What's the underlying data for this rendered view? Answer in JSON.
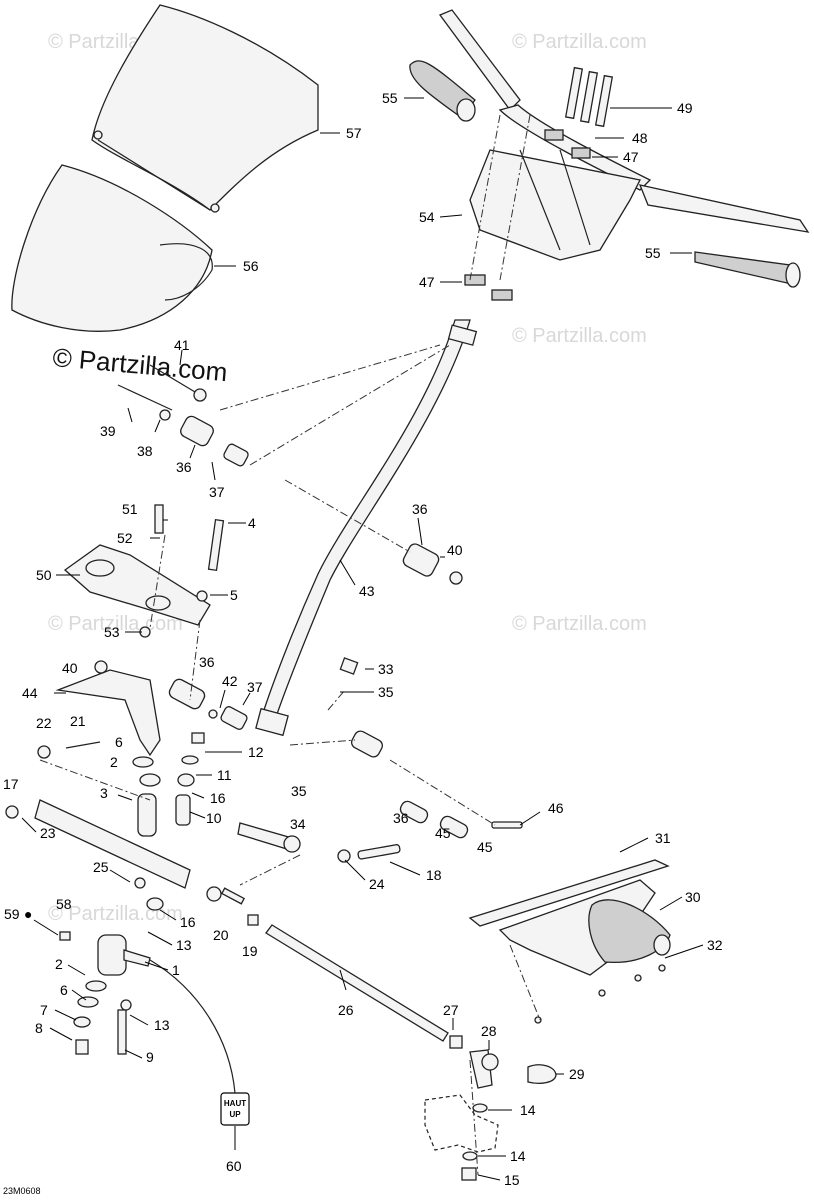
{
  "watermarks": {
    "light": "© Partzilla.com",
    "bold": "© Partzilla.com"
  },
  "diagram_ref": "23M0608",
  "tag_text": {
    "line1": "HAUT",
    "line2": "UP"
  },
  "callouts": {
    "c1": "1",
    "c2a": "2",
    "c2b": "2",
    "c3": "3",
    "c4": "4",
    "c5": "5",
    "c6a": "6",
    "c6b": "6",
    "c7": "7",
    "c8": "8",
    "c9": "9",
    "c10": "10",
    "c11": "11",
    "c12": "12",
    "c13a": "13",
    "c13b": "13",
    "c14a": "14",
    "c14b": "14",
    "c15": "15",
    "c16a": "16",
    "c16b": "16",
    "c17": "17",
    "c18": "18",
    "c19": "19",
    "c20": "20",
    "c21": "21",
    "c22": "22",
    "c23": "23",
    "c24": "24",
    "c25": "25",
    "c26": "26",
    "c27": "27",
    "c28": "28",
    "c29": "29",
    "c30": "30",
    "c31": "31",
    "c32": "32",
    "c33": "33",
    "c34": "34",
    "c35a": "35",
    "c35b": "35",
    "c36a": "36",
    "c36b": "36",
    "c36c": "36",
    "c36d": "36",
    "c37a": "37",
    "c37b": "37",
    "c38": "38",
    "c39": "39",
    "c40a": "40",
    "c40b": "40",
    "c41": "41",
    "c42": "42",
    "c43": "43",
    "c44": "44",
    "c45a": "45",
    "c45b": "45",
    "c46": "46",
    "c47a": "47",
    "c47b": "47",
    "c48": "48",
    "c49": "49",
    "c50": "50",
    "c51": "51",
    "c52": "52",
    "c53": "53",
    "c54": "54",
    "c55a": "55",
    "c55b": "55",
    "c56": "56",
    "c57": "57",
    "c58": "58",
    "c59": "59",
    "c60": "60"
  }
}
